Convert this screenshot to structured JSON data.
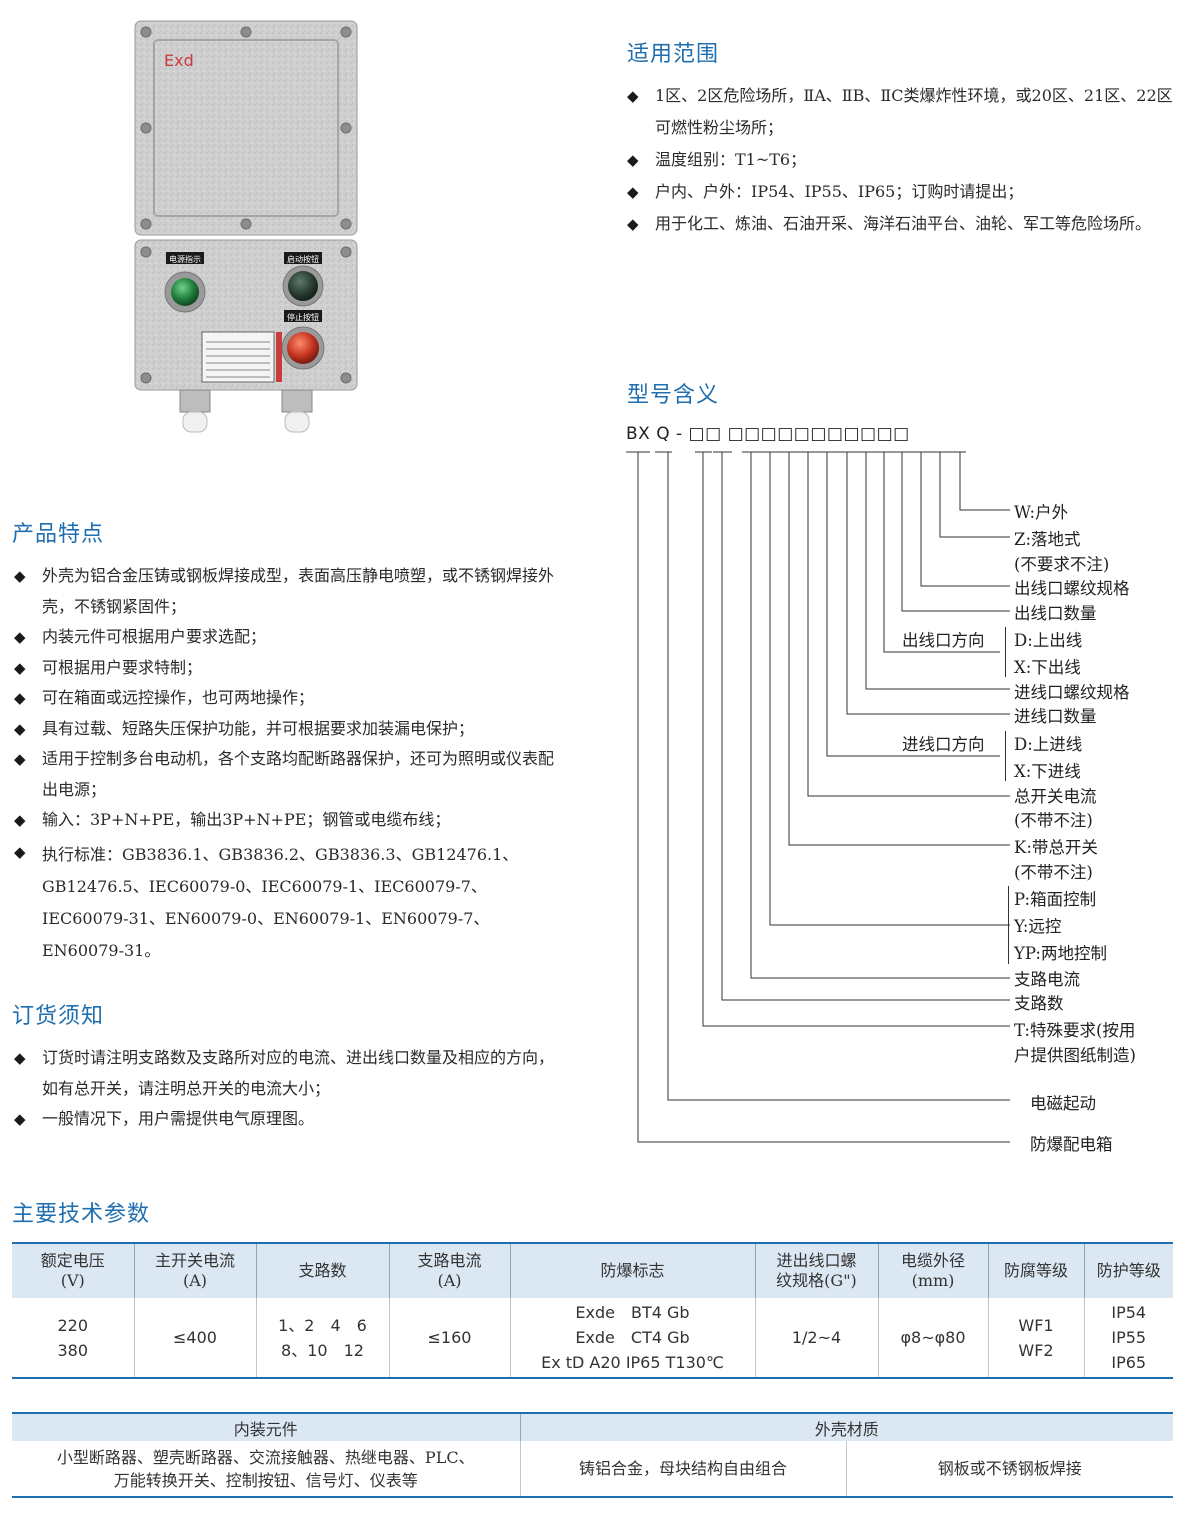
{
  "product_image": {
    "exd_mark": "Exd",
    "power_label": "电源指示",
    "start_label": "启动按钮",
    "stop_label": "停止按钮",
    "colors": {
      "body": "#c9c9c9",
      "power_lamp": "#1f7a3a",
      "start_button": "#2a3d33",
      "stop_button": "#c2321f",
      "exd_mark": "#c83c3c"
    }
  },
  "scope": {
    "title": "适用范围",
    "items": [
      "1区、2区危险场所，ⅡA、ⅡB、ⅡC类爆炸性环境，或20区、21区、22区可燃性粉尘场所；",
      "温度组别：T1~T6；",
      "户内、户外：IP54、IP55、IP65；订购时请提出；",
      "用于化工、炼油、石油开采、海洋石油平台、油轮、军工等危险场所。"
    ]
  },
  "model": {
    "title": "型号含义",
    "code": "BX Q - □□ □□□□□□□□□□□",
    "labels": {
      "w": "W:户外",
      "z": "Z:落地式",
      "z_note": "(不要求不注)",
      "out_thread": "出线口螺纹规格",
      "out_count": "出线口数量",
      "out_dir": "出线口方向",
      "out_d": "D:上出线",
      "out_x": "X:下出线",
      "in_thread": "进线口螺纹规格",
      "in_count": "进线口数量",
      "in_dir": "进线口方向",
      "in_d": "D:上进线",
      "in_x": "X:下进线",
      "main_current": "总开关电流",
      "main_current_note": "(不带不注)",
      "k": "K:带总开关",
      "k_note": "(不带不注)",
      "p": "P:箱面控制",
      "y": "Y:远控",
      "yp": "YP:两地控制",
      "branch_current": "支路电流",
      "branch_count": "支路数",
      "t1": "T:特殊要求(按用",
      "t2": "户提供图纸制造)",
      "em_start": "电磁起动",
      "dist_box": "防爆配电箱"
    }
  },
  "features": {
    "title": "产品特点",
    "items": [
      "外壳为铝合金压铸或钢板焊接成型，表面高压静电喷塑，或不锈钢焊接外壳，不锈钢紧固件；",
      "内装元件可根据用户要求选配；",
      "可根据用户要求特制；",
      "可在箱面或远控操作，也可两地操作；",
      "具有过载、短路失压保护功能，并可根据要求加装漏电保护；",
      "适用于控制多台电动机，各个支路均配断路器保护，还可为照明或仪表配出电源；",
      "输入：3P+N+PE，输出3P+N+PE；钢管或电缆布线；",
      "执行标准：GB3836.1、GB3836.2、GB3836.3、GB12476.1、GB12476.5、IEC60079-0、IEC60079-1、IEC60079-7、IEC60079-31、EN60079-0、EN60079-1、EN60079-7、EN60079-31。"
    ]
  },
  "order": {
    "title": "订货须知",
    "items": [
      "订货时请注明支路数及支路所对应的电流、进出线口数量及相应的方向，如有总开关，请注明总开关的电流大小；",
      "一般情况下，用户需提供电气原理图。"
    ]
  },
  "specs": {
    "title": "主要技术参数",
    "headers": [
      [
        "额定电压",
        "(V)"
      ],
      [
        "主开关电流",
        "(A)"
      ],
      [
        "支路数"
      ],
      [
        "支路电流",
        "(A)"
      ],
      [
        "防爆标志"
      ],
      [
        "进出线口螺",
        "纹规格(G\")"
      ],
      [
        "电缆外径",
        "(mm)"
      ],
      [
        "防腐等级"
      ],
      [
        "防护等级"
      ]
    ],
    "row": [
      [
        "220",
        "380"
      ],
      [
        "≤400"
      ],
      [
        "1、2　4　6",
        "8、10　12"
      ],
      [
        "≤160"
      ],
      [
        "Exde　BT4 Gb",
        "Exde　CT4 Gb",
        "Ex tD A20 IP65 T130℃"
      ],
      [
        "1/2~4"
      ],
      [
        "φ8~φ80"
      ],
      [
        "WF1",
        "WF2"
      ],
      [
        "IP54",
        "IP55",
        "IP65"
      ]
    ]
  },
  "components": {
    "header_left": "内装元件",
    "header_right": "外壳材质",
    "left": [
      "小型断路器、塑壳断路器、交流接触器、热继电器、PLC、",
      "万能转换开关、控制按钮、信号灯、仪表等"
    ],
    "mid": "铸铝合金，母块结构自由组合",
    "right": "钢板或不锈钢板焊接"
  },
  "colors": {
    "accent": "#1f6fb0",
    "table_header": "#dbe7f3"
  }
}
